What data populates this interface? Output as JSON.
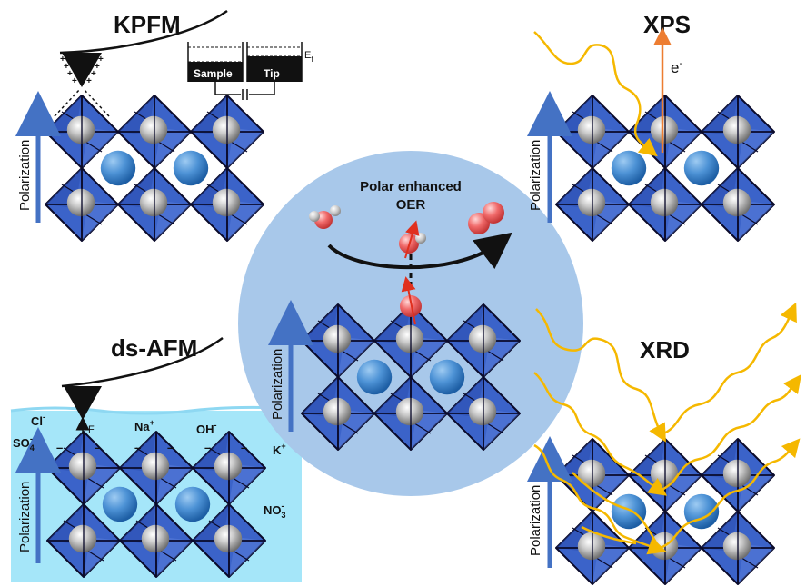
{
  "panels": {
    "kpfm": {
      "title": "KPFM",
      "sample_label": "Sample",
      "tip_label": "Tip",
      "fermi_label": "E",
      "fermi_sub": "f"
    },
    "xps": {
      "title": "XPS",
      "electron_label": "e",
      "electron_sup": "-"
    },
    "ds_afm": {
      "title": "ds-AFM",
      "force_label": "F"
    },
    "xrd": {
      "title": "XRD"
    },
    "center": {
      "title_line1": "Polar enhanced",
      "title_line2": "OER"
    }
  },
  "polarization_label": "Polarization",
  "ions": {
    "cl": "Cl",
    "cl_sup": "-",
    "na": "Na",
    "na_sup": "+",
    "oh": "OH",
    "oh_sup": "-",
    "so4": "SO",
    "so4_sub": "4",
    "so4_sup": "-",
    "k": "K",
    "k_sup": "+",
    "no3": "NO",
    "no3_sub": "3",
    "no3_sup": "-"
  },
  "colors": {
    "octahedron": "#3b63c9",
    "octahedron_edge": "#0a0a2a",
    "arrow_blue": "#4472c4",
    "solution": "#a5e6f9",
    "center_circle": "#a8c8ea",
    "xray": "#f5b800",
    "electron": "#ed7d31"
  }
}
